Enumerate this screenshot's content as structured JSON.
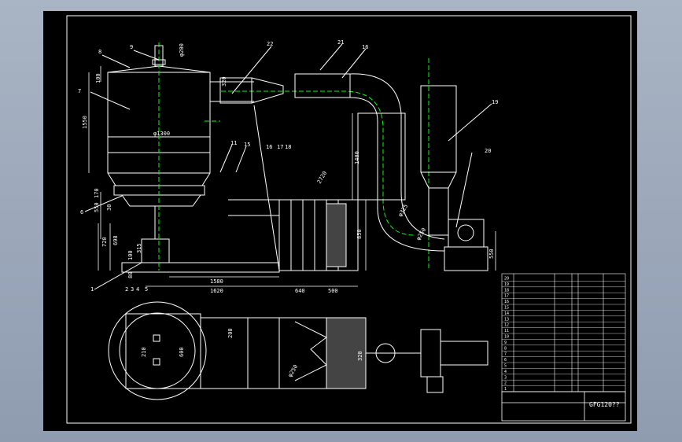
{
  "colors": {
    "background": "#9ba7ba",
    "sheet": "#000000",
    "line": "#ffffff",
    "centerline": "#00ff00",
    "dimension": "#ffffff",
    "accent_cyan": "#00e5ff",
    "accent_yellow": "#ffff00"
  },
  "balloons": [
    "9",
    "8",
    "22",
    "21",
    "16",
    "7",
    "19",
    "11",
    "15",
    "16",
    "17",
    "18",
    "20",
    "6",
    "1",
    "2",
    "3",
    "4",
    "5"
  ],
  "dimensions": {
    "top_dia": "φ200",
    "height_1550": "1550",
    "height_100": "100",
    "vessel_dia": "φ1300",
    "pipe_320": "320",
    "h_170": "170",
    "h_550": "550",
    "h_30": "30",
    "h_720": "720",
    "h_698": "698",
    "h_100b": "100",
    "h_315": "315",
    "h_80": "80",
    "len_1580": "1580",
    "len_1620": "1620",
    "len_640": "640",
    "len_500": "500",
    "h_850": "850",
    "h_2720": "2720",
    "h_1400": "1400",
    "dia_325": "φ325",
    "dia_250": "φ250",
    "h_550r": "550",
    "plan_210": "210",
    "plan_600": "600",
    "plan_200": "200",
    "plan_250": "φ250",
    "plan_320": "320"
  },
  "title_block": {
    "drawing_name": "GFG120??",
    "rows": [
      "20",
      "19",
      "18",
      "17",
      "16",
      "15",
      "14",
      "13",
      "12",
      "11",
      "10",
      "9",
      "8",
      "7",
      "6",
      "5",
      "4",
      "3",
      "2",
      "1"
    ]
  }
}
